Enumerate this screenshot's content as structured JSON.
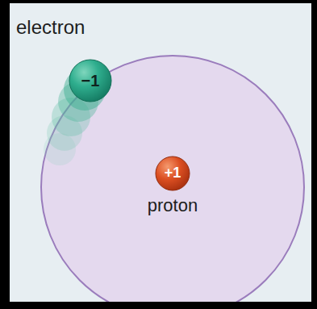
{
  "diagram": {
    "nodes": [
      {
        "text": [
          "electron",
          "−1"
        ]
      },
      {
        "text": [
          "+1",
          "proton"
        ]
      }
    ]
  }
}
